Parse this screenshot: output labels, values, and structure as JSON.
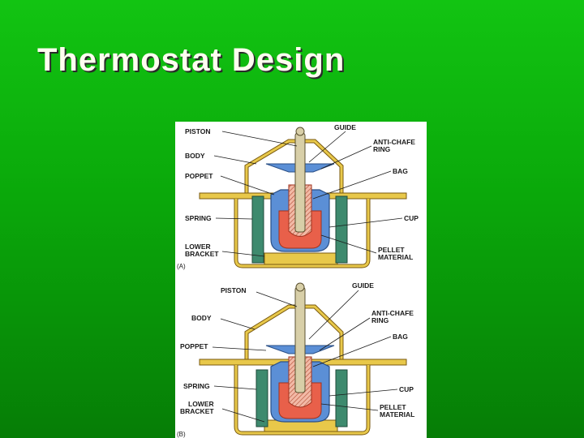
{
  "slide": {
    "title": "Thermostat Design"
  },
  "diagram": {
    "panel_a": {
      "tag": "(A)",
      "labels": {
        "piston": "PISTON",
        "body": "BODY",
        "poppet": "POPPET",
        "spring": "SPRING",
        "lower_bracket_1": "LOWER",
        "lower_bracket_2": "BRACKET",
        "guide": "GUIDE",
        "anti_chafe_1": "ANTI-CHAFE",
        "anti_chafe_2": "RING",
        "bag": "BAG",
        "cup": "CUP",
        "pellet_1": "PELLET",
        "pellet_2": "MATERIAL"
      }
    },
    "panel_b": {
      "tag": "(B)",
      "labels": {
        "piston": "PISTON",
        "body": "BODY",
        "poppet": "POPPET",
        "spring": "SPRING",
        "lower_bracket_1": "LOWER",
        "lower_bracket_2": "BRACKET",
        "guide": "GUIDE",
        "anti_chafe_1": "ANTI-CHAFE",
        "anti_chafe_2": "RING",
        "bag": "BAG",
        "cup": "CUP",
        "pellet_1": "PELLET",
        "pellet_2": "MATERIAL"
      }
    },
    "colors": {
      "body": "#e8c84a",
      "poppet": "#5b8fd6",
      "spring": "#3e8a6e",
      "pellet": "#e8604a",
      "piston": "#d8cfa8"
    }
  }
}
